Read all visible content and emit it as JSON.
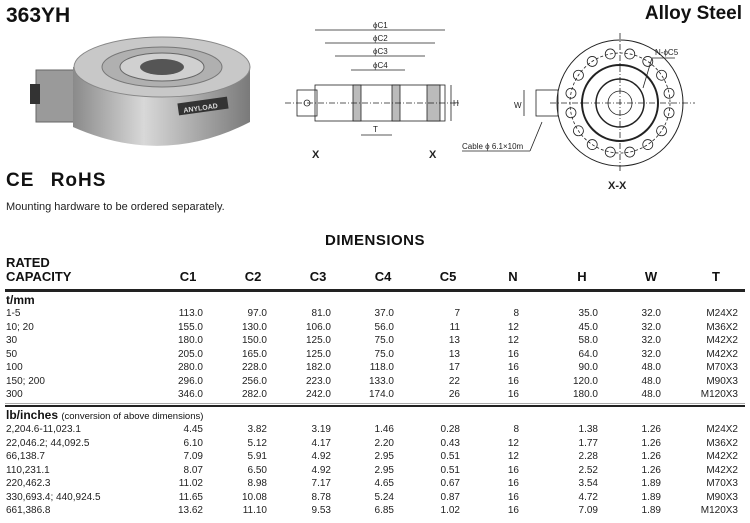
{
  "header": {
    "model": "363YH",
    "material": "Alloy Steel"
  },
  "certifications": {
    "ce": "CE",
    "rohs": "RoHS"
  },
  "note": "Mounting hardware to be ordered separately.",
  "product_photo": {
    "brand": "ANYLOAD"
  },
  "drawing": {
    "labels": {
      "c1": "ϕC1",
      "c2": "ϕC2",
      "c3": "ϕC3",
      "c4": "ϕC4",
      "h": "H",
      "t": "T",
      "x": "X",
      "w": "W",
      "n_c5": "N-ϕC5",
      "cable": "Cable ϕ 6.1×10m",
      "section": "X-X"
    }
  },
  "table": {
    "title": "DIMENSIONS",
    "rated_line1": "RATED",
    "rated_line2": "CAPACITY",
    "columns": [
      "C1",
      "C2",
      "C3",
      "C4",
      "C5",
      "N",
      "H",
      "W",
      "T"
    ],
    "metric_label": "t/mm",
    "metric_rows": [
      [
        "1-5",
        "113.0",
        "97.0",
        "81.0",
        "37.0",
        "7",
        "8",
        "35.0",
        "32.0",
        "M24X2"
      ],
      [
        "10; 20",
        "155.0",
        "130.0",
        "106.0",
        "56.0",
        "11",
        "12",
        "45.0",
        "32.0",
        "M36X2"
      ],
      [
        "30",
        "180.0",
        "150.0",
        "125.0",
        "75.0",
        "13",
        "12",
        "58.0",
        "32.0",
        "M42X2"
      ],
      [
        "50",
        "205.0",
        "165.0",
        "125.0",
        "75.0",
        "13",
        "16",
        "64.0",
        "32.0",
        "M42X2"
      ],
      [
        "100",
        "280.0",
        "228.0",
        "182.0",
        "118.0",
        "17",
        "16",
        "90.0",
        "48.0",
        "M70X3"
      ],
      [
        "150; 200",
        "296.0",
        "256.0",
        "223.0",
        "133.0",
        "22",
        "16",
        "120.0",
        "48.0",
        "M90X3"
      ],
      [
        "300",
        "346.0",
        "282.0",
        "242.0",
        "174.0",
        "26",
        "16",
        "180.0",
        "48.0",
        "M120X3"
      ]
    ],
    "imperial_label": "lb/inches",
    "imperial_note": "(conversion of above dimensions)",
    "imperial_rows": [
      [
        "2,204.6-11,023.1",
        "4.45",
        "3.82",
        "3.19",
        "1.46",
        "0.28",
        "8",
        "1.38",
        "1.26",
        "M24X2"
      ],
      [
        "22,046.2; 44,092.5",
        "6.10",
        "5.12",
        "4.17",
        "2.20",
        "0.43",
        "12",
        "1.77",
        "1.26",
        "M36X2"
      ],
      [
        "66,138.7",
        "7.09",
        "5.91",
        "4.92",
        "2.95",
        "0.51",
        "12",
        "2.28",
        "1.26",
        "M42X2"
      ],
      [
        "110,231.1",
        "8.07",
        "6.50",
        "4.92",
        "2.95",
        "0.51",
        "16",
        "2.52",
        "1.26",
        "M42X2"
      ],
      [
        "220,462.3",
        "11.02",
        "8.98",
        "7.17",
        "4.65",
        "0.67",
        "16",
        "3.54",
        "1.89",
        "M70X3"
      ],
      [
        "330,693.4; 440,924.5",
        "11.65",
        "10.08",
        "8.78",
        "5.24",
        "0.87",
        "16",
        "4.72",
        "1.89",
        "M90X3"
      ],
      [
        "661,386.8",
        "13.62",
        "11.10",
        "9.53",
        "6.85",
        "1.02",
        "16",
        "7.09",
        "1.89",
        "M120X3"
      ]
    ]
  }
}
